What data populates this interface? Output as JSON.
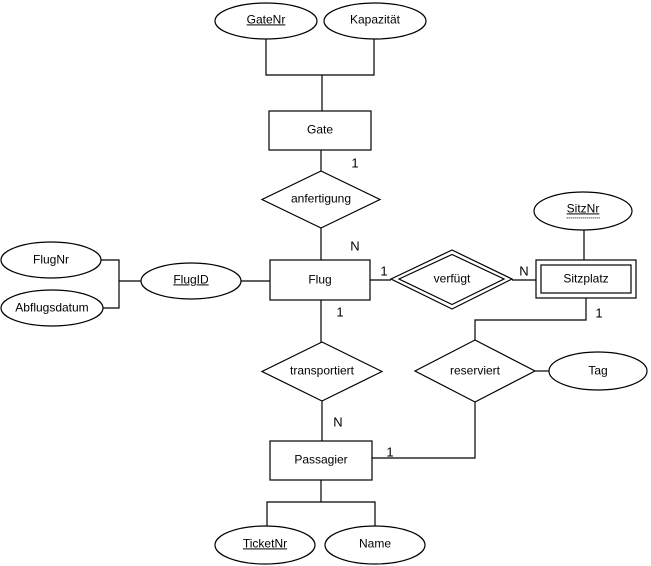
{
  "diagram": {
    "type": "er-diagram",
    "language": "de",
    "colors": {
      "stroke": "#000000",
      "fill": "#ffffff",
      "text": "#000000",
      "background": "#ffffff"
    },
    "nodes": {
      "gatenr": {
        "label": "GateNr",
        "shape": "ellipse",
        "role": "attribute",
        "key": "primary"
      },
      "kapazitaet": {
        "label": "Kapazität",
        "shape": "ellipse",
        "role": "attribute",
        "key": "none"
      },
      "gate": {
        "label": "Gate",
        "shape": "rectangle",
        "role": "entity"
      },
      "anfertigung": {
        "label": "anfertigung",
        "shape": "diamond",
        "role": "relationship"
      },
      "flugnr": {
        "label": "FlugNr",
        "shape": "ellipse",
        "role": "attribute",
        "key": "none"
      },
      "abflugsdatum": {
        "label": "Abflugsdatum",
        "shape": "ellipse",
        "role": "attribute",
        "key": "none"
      },
      "flugid": {
        "label": "FlugID",
        "shape": "ellipse",
        "role": "attribute",
        "key": "primary"
      },
      "flug": {
        "label": "Flug",
        "shape": "rectangle",
        "role": "entity"
      },
      "verfuegt": {
        "label": "verfügt",
        "shape": "double-diamond",
        "role": "identifying-relationship"
      },
      "sitznr": {
        "label": "SitzNr",
        "shape": "ellipse",
        "role": "attribute",
        "key": "partial"
      },
      "sitzplatz": {
        "label": "Sitzplatz",
        "shape": "double-rectangle",
        "role": "weak-entity"
      },
      "transportiert": {
        "label": "transportiert",
        "shape": "diamond",
        "role": "relationship"
      },
      "reserviert": {
        "label": "reserviert",
        "shape": "diamond",
        "role": "relationship"
      },
      "tag": {
        "label": "Tag",
        "shape": "ellipse",
        "role": "attribute",
        "key": "none"
      },
      "passagier": {
        "label": "Passagier",
        "shape": "rectangle",
        "role": "entity"
      },
      "ticketnr": {
        "label": "TicketNr",
        "shape": "ellipse",
        "role": "attribute",
        "key": "primary"
      },
      "name": {
        "label": "Name",
        "shape": "ellipse",
        "role": "attribute",
        "key": "none"
      }
    },
    "cardinalities": {
      "gate_anfertigung": "1",
      "anfertigung_flug": "N",
      "flug_verfuegt": "1",
      "verfuegt_sitzplatz": "N",
      "flug_transportiert": "1",
      "sitzplatz_reserviert": "1",
      "transportiert_passagier": "N",
      "passagier_reserviert": "1"
    }
  }
}
